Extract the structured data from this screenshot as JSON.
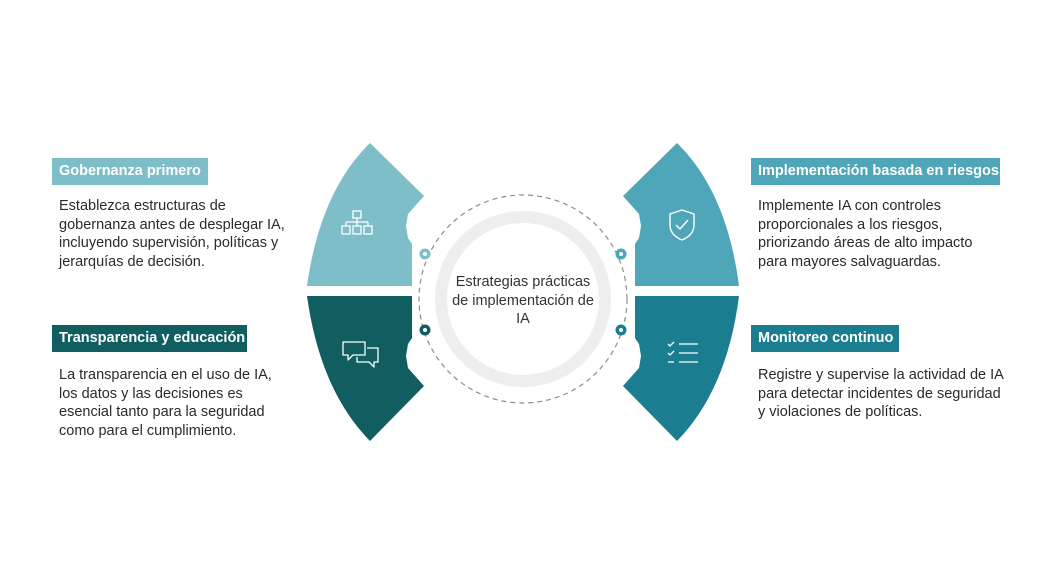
{
  "center": {
    "title": "Estrategias prácticas de implementación de IA"
  },
  "colors": {
    "light": "#7ebec9",
    "mid": "#4ea6b8",
    "deep": "#1b7d90",
    "dark": "#115e61"
  },
  "items": [
    {
      "label": "Gobernanza primero",
      "description": "Establezca estructuras de gobernanza antes de desplegar IA, incluyendo supervisión, políticas y jerarquías de decisión.",
      "icon": "hierarchy-icon"
    },
    {
      "label": "Implementación basada en riesgos",
      "description": "Implemente IA con controles proporcionales a los riesgos, priorizando áreas de alto impacto para mayores salvaguardas.",
      "icon": "shield-check-icon"
    },
    {
      "label": "Transparencia y educación",
      "description": "La transparencia en el uso de IA, los datos y las decisiones es esencial tanto para la seguridad como para el cumplimiento.",
      "icon": "chat-bubbles-icon"
    },
    {
      "label": "Monitoreo continuo",
      "description": "Registre y supervise la actividad de IA para detectar incidentes de seguridad y violaciones de políticas.",
      "icon": "checklist-icon"
    }
  ]
}
